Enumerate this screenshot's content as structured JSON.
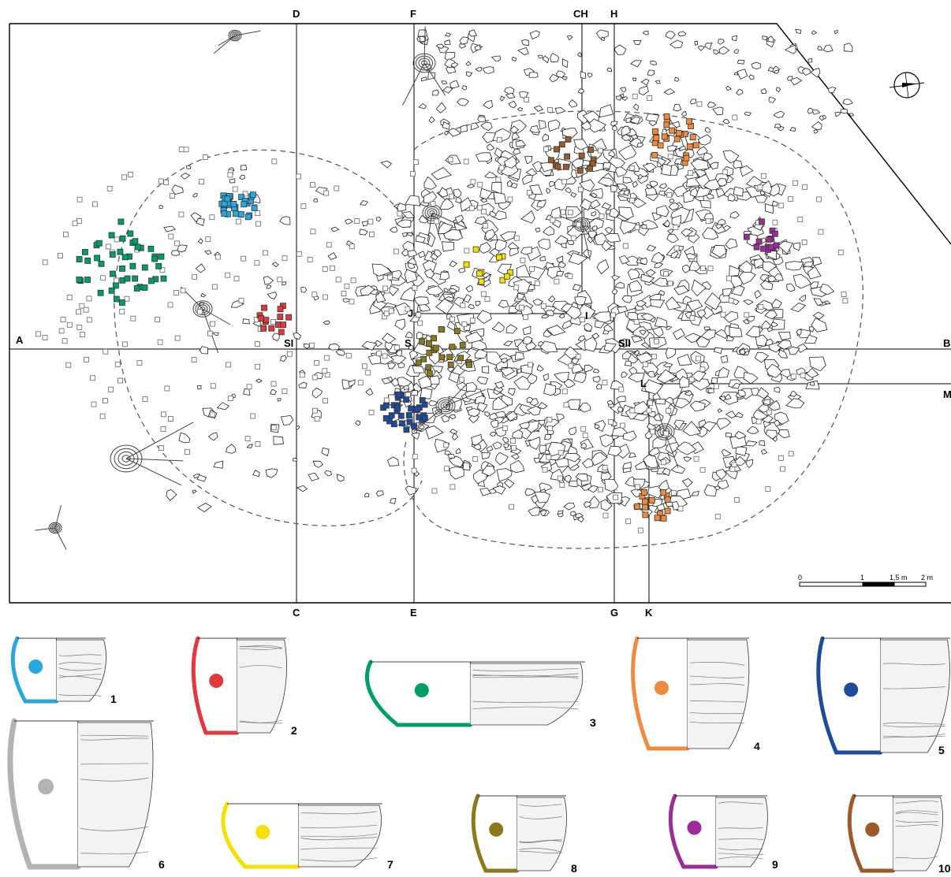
{
  "section_labels": {
    "top": [
      "D",
      "F",
      "CH",
      "H"
    ],
    "bottom": [
      "C",
      "E",
      "G",
      "K"
    ],
    "left": "A",
    "right_mid": "B",
    "right_lower": "M",
    "inner": [
      "SI",
      "S",
      "SII",
      "J",
      "I",
      "L"
    ]
  },
  "scale_bar": {
    "ticks": [
      "0",
      "1",
      "1,5 m",
      "2 m"
    ]
  },
  "legend_vessels": [
    {
      "number": "1",
      "color": "#29a8df"
    },
    {
      "number": "2",
      "color": "#e3383b"
    },
    {
      "number": "3",
      "color": "#009e6a"
    },
    {
      "number": "4",
      "color": "#f08a3c"
    },
    {
      "number": "5",
      "color": "#1f4b9c"
    },
    {
      "number": "6",
      "color": "#b3b3b3"
    },
    {
      "number": "7",
      "color": "#f3e100"
    },
    {
      "number": "8",
      "color": "#8a7a1a"
    },
    {
      "number": "9",
      "color": "#9c2c98"
    },
    {
      "number": "10",
      "color": "#9c5a2a"
    }
  ],
  "icons": [
    "north-arrow-icon",
    "scale-bar"
  ]
}
